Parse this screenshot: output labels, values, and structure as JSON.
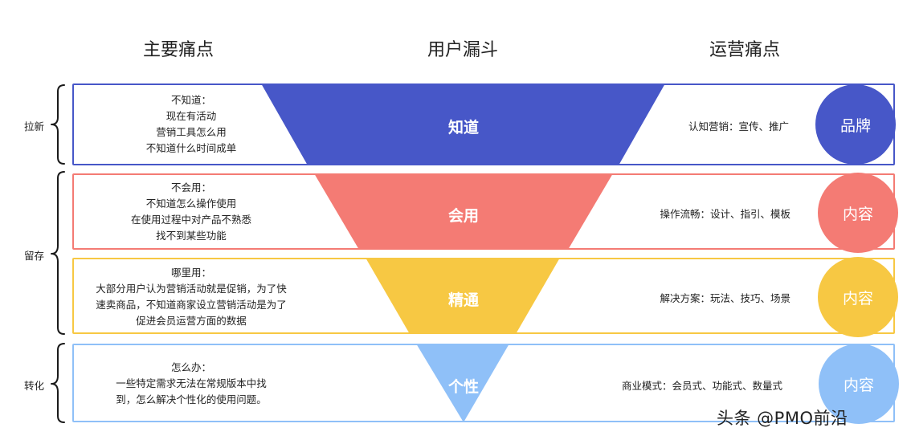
{
  "headers": {
    "left": "主要痛点",
    "center": "用户漏斗",
    "right": "运营痛点"
  },
  "groups": [
    {
      "label": "拉新"
    },
    {
      "label": "留存"
    },
    {
      "label": "转化"
    }
  ],
  "rows": [
    {
      "funnel": "知道",
      "pain": [
        "不知道：",
        "现在有活动",
        "营销工具怎么用",
        "不知道什么时间成单"
      ],
      "ops": "认知营销：宣传、推广",
      "circle": "品牌",
      "color": "#4757c8"
    },
    {
      "funnel": "会用",
      "pain": [
        "不会用：",
        "不知道怎么操作使用",
        "在使用过程中对产品不熟悉",
        "找不到某些功能"
      ],
      "ops": "操作流畅：设计、指引、模板",
      "circle": "内容",
      "color": "#f47b74"
    },
    {
      "funnel": "精通",
      "pain": [
        "哪里用：",
        "大部分用户认为营销活动就是促销，为了快",
        "速卖商品，不知道商家设立营销活动是为了",
        "促进会员运营方面的数据"
      ],
      "ops": "解决方案：玩法、技巧、场景",
      "circle": "内容",
      "color": "#f7c843"
    },
    {
      "funnel": "个性",
      "pain": [
        "怎么办：",
        "一些特定需求无法在常规版本中找",
        "到，怎么解决个性化的使用问题。"
      ],
      "ops": "商业模式：会员式、功能式、数量式",
      "circle": "内容",
      "color": "#8fc0f8"
    }
  ],
  "watermark": "头条 @PMO前沿"
}
